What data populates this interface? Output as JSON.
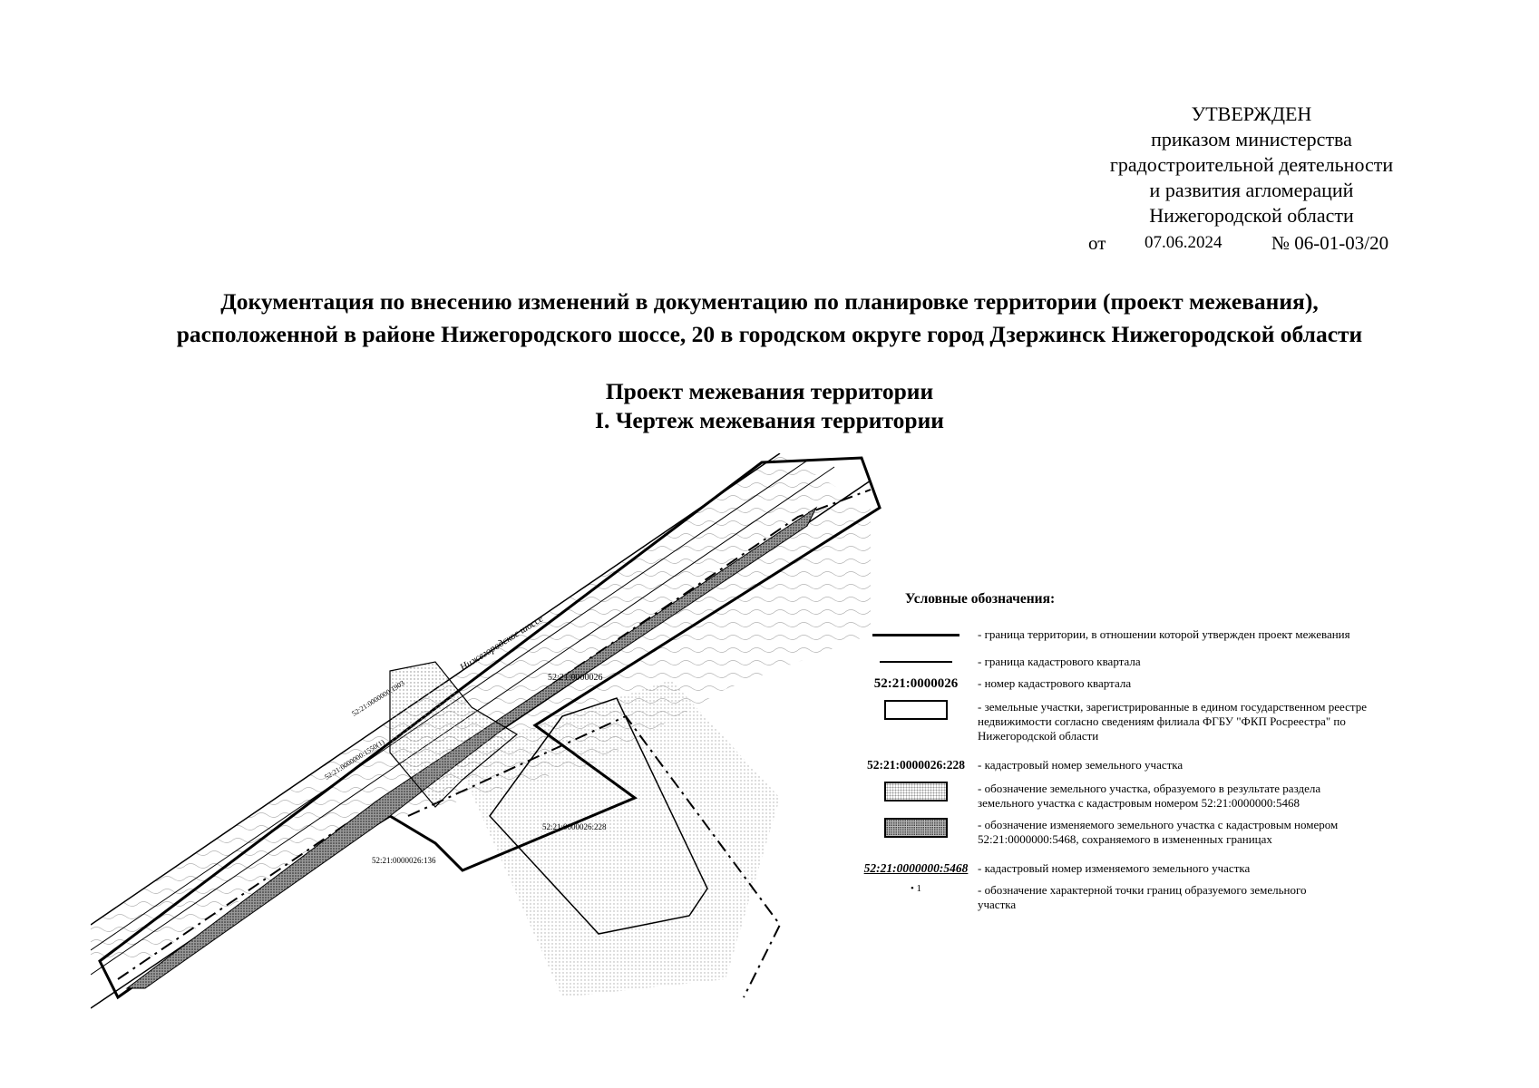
{
  "approval": {
    "line1": "УТВЕРЖДЕН",
    "line2": "приказом министерства",
    "line3": "градостроительной деятельности",
    "line4": "и развития агломераций",
    "line5": "Нижегородской области",
    "from_label": "от",
    "date": "07.06.2024",
    "number": "№ 06-01-03/20"
  },
  "doc_title": {
    "line1": "Документация по внесению изменений в документацию по планировке территории (проект межевания),",
    "line2": "расположенной в районе Нижегородского шоссе, 20 в городском округе город Дзержинск Нижегородской области"
  },
  "section": {
    "title": "Проект межевания территории",
    "subtitle": "I.  Чертеж межевания территории"
  },
  "map_labels": {
    "road": "Нижегородское шоссе",
    "quarter_top": "52:21:0000026",
    "parcel_228": "52:21:0000026:228",
    "parcel_136": "52:21:0000026:136",
    "parcel_1903": "52:21:0000000:1903",
    "parcel_1550": "52:21:0000000:1550(1)"
  },
  "legend": {
    "title": "Условные обозначения:",
    "items": [
      {
        "symbol": "",
        "text": "- граница территории, в отношении которой утвержден проект межевания"
      },
      {
        "symbol": "",
        "text": "- граница кадастрового квартала"
      },
      {
        "symbol": "52:21:0000026",
        "text": "- номер кадастрового квартала"
      },
      {
        "symbol": "",
        "text": "- земельные участки, зарегистрированные в едином государственном реестре недвижимости согласно сведениям филиала ФГБУ \"ФКП Росреестра\" по Нижегородской области"
      },
      {
        "symbol": "52:21:0000026:228",
        "text": "- кадастровый номер земельного участка"
      },
      {
        "symbol": "",
        "text": "- обозначение земельного участка, образуемого в результате раздела земельного участка с кадастровым номером 52:21:0000000:5468"
      },
      {
        "symbol": "",
        "text": "- обозначение изменяемого земельного участка с кадастровым номером 52:21:0000000:5468, сохраняемого в измененных границах"
      },
      {
        "symbol": "52:21:0000000:5468",
        "text": "- кадастровый номер изменяемого земельного участка"
      },
      {
        "symbol": "• 1",
        "text": "- обозначение характерной точки границ образуемого земельного участка"
      }
    ]
  }
}
